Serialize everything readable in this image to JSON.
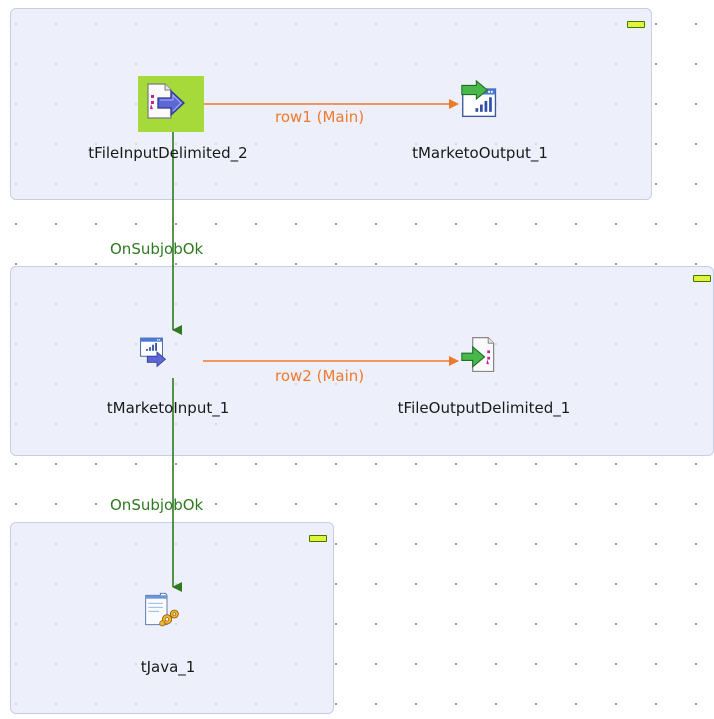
{
  "colors": {
    "main_link": "#ee7a2e",
    "trigger_link": "#2e7a1f",
    "subjob_fill": "#e8eafa",
    "subjob_border": "#c9cdea",
    "collapse_fill": "#e3f23a",
    "selection": "#a6d93a"
  },
  "subjobs": [
    {
      "name": "subjob-1",
      "collapse_icon": "minus-icon"
    },
    {
      "name": "subjob-2",
      "collapse_icon": "minus-icon"
    },
    {
      "name": "subjob-3",
      "collapse_icon": "minus-icon"
    }
  ],
  "components": {
    "file_input": {
      "label": "tFileInputDelimited_2",
      "icon": "file-input-delimited-icon",
      "selected": true
    },
    "marketo_output": {
      "label": "tMarketoOutput_1",
      "icon": "marketo-output-icon"
    },
    "marketo_input": {
      "label": "tMarketoInput_1",
      "icon": "marketo-input-icon"
    },
    "file_output": {
      "label": "tFileOutputDelimited_1",
      "icon": "file-output-delimited-icon"
    },
    "tjava": {
      "label": "tJava_1",
      "icon": "java-code-icon"
    }
  },
  "links": {
    "row1": {
      "label": "row1 (Main)",
      "type": "main"
    },
    "row2": {
      "label": "row2 (Main)",
      "type": "main"
    },
    "trigger1": {
      "label": "OnSubjobOk",
      "type": "trigger"
    },
    "trigger2": {
      "label": "OnSubjobOk",
      "type": "trigger"
    }
  }
}
